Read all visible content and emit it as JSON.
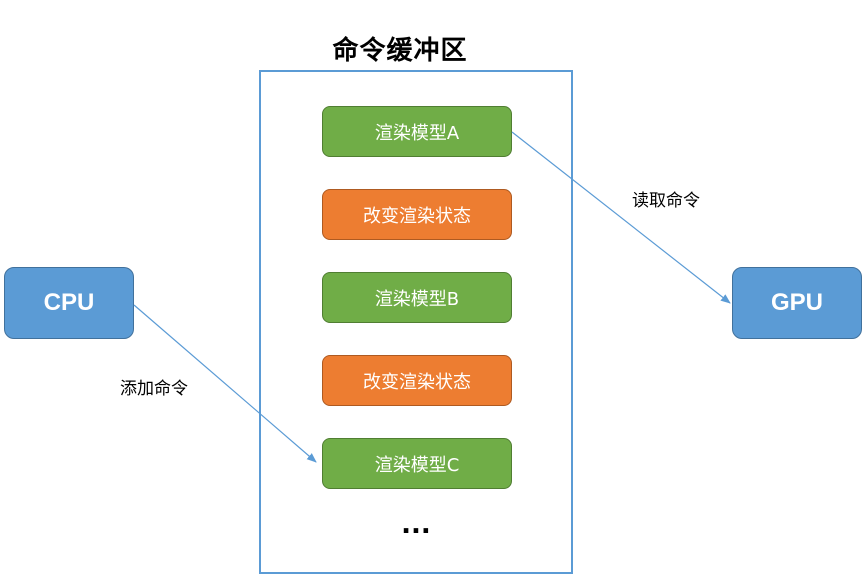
{
  "title": "命令缓冲区",
  "commands": [
    {
      "label": "渲染模型A",
      "color": "#70ad47"
    },
    {
      "label": "改变渲染状态",
      "color": "#ed7d31"
    },
    {
      "label": "渲染模型B",
      "color": "#70ad47"
    },
    {
      "label": "改变渲染状态",
      "color": "#ed7d31"
    },
    {
      "label": "渲染模型C",
      "color": "#70ad47"
    }
  ],
  "ellipsis": "...",
  "cpu": {
    "label": "CPU"
  },
  "gpu": {
    "label": "GPU"
  },
  "edges": {
    "add": "添加命令",
    "read": "读取命令"
  },
  "colors": {
    "node": "#5b9bd5",
    "buffer_border": "#5b9bd5",
    "arrow": "#5b9bd5"
  }
}
